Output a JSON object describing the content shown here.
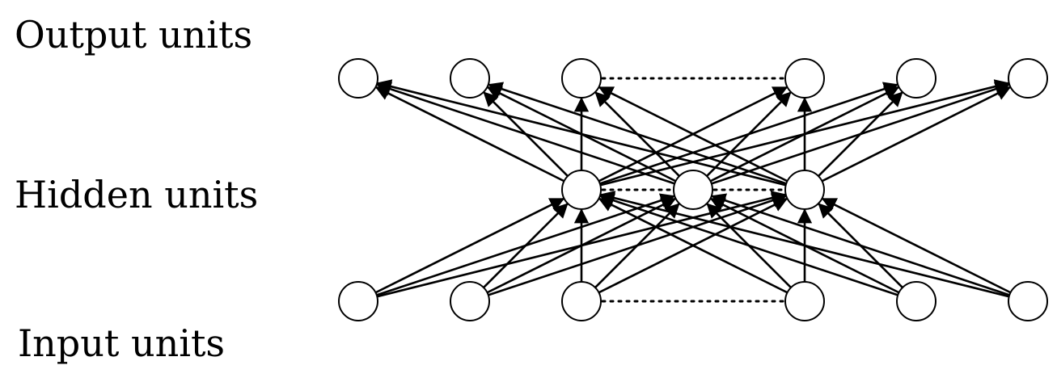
{
  "labels": {
    "output": "Output units",
    "hidden": "Hidden units",
    "input": "Input units"
  },
  "network": {
    "layers": [
      {
        "id": "input",
        "units": 6,
        "visible": [
          0,
          1,
          2,
          3,
          4,
          5
        ],
        "ellipsis_between": [
          2,
          3
        ]
      },
      {
        "id": "hidden",
        "units": 3,
        "visible": [
          0,
          1,
          2
        ],
        "ellipsis_between": [
          0,
          1,
          1,
          2
        ]
      },
      {
        "id": "output",
        "units": 6,
        "visible": [
          0,
          1,
          2,
          3,
          4,
          5
        ],
        "ellipsis_between": [
          2,
          3
        ]
      }
    ],
    "connectivity": "fully-connected",
    "stroke_color": "#000000",
    "fill_color": "#ffffff"
  }
}
